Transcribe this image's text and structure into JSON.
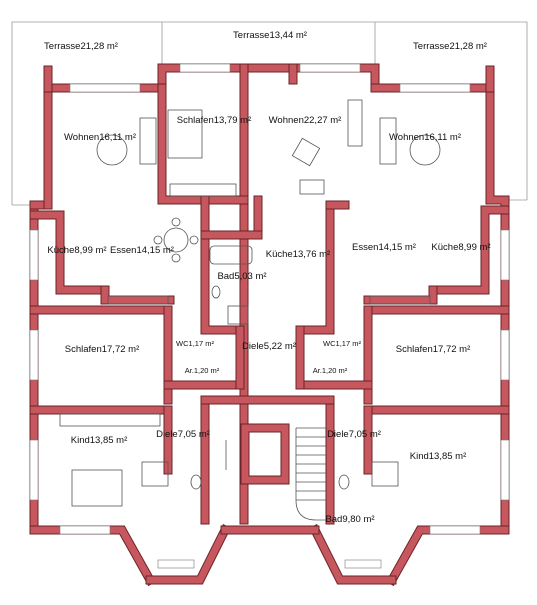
{
  "plan": {
    "colors": {
      "wall": "#c7575e",
      "wall_edge": "#6a2326",
      "terrace_line": "#9a9a9a",
      "furniture": "#555555",
      "room_fill": "#ffffff"
    },
    "rooms": [
      {
        "id": "terrasse-left",
        "name": "Terrasse",
        "area": "21,28 m²"
      },
      {
        "id": "terrasse-center",
        "name": "Terrasse",
        "area": "13,44 m²"
      },
      {
        "id": "terrasse-right",
        "name": "Terrasse",
        "area": "21,28 m²"
      },
      {
        "id": "wohnen-left",
        "name": "Wohnen",
        "area": "16,11 m²"
      },
      {
        "id": "schlafen-top",
        "name": "Schlafen",
        "area": "13,79 m²"
      },
      {
        "id": "wohnen-center",
        "name": "Wohnen",
        "area": "22,27 m²"
      },
      {
        "id": "wohnen-right",
        "name": "Wohnen",
        "area": "16,11 m²"
      },
      {
        "id": "kueche-left",
        "name": "Küche",
        "area": "8,99 m²"
      },
      {
        "id": "essen-left",
        "name": "Essen",
        "area": "14,15 m²"
      },
      {
        "id": "bad-center",
        "name": "Bad",
        "area": "5,03 m²"
      },
      {
        "id": "kueche-center",
        "name": "Küche",
        "area": "13,76 m²"
      },
      {
        "id": "essen-right",
        "name": "Essen",
        "area": "14,15 m²"
      },
      {
        "id": "kueche-right",
        "name": "Küche",
        "area": "8,99 m²"
      },
      {
        "id": "schlafen-left",
        "name": "Schlafen",
        "area": "17,72 m²"
      },
      {
        "id": "wc-left",
        "name": "WC",
        "area": "1,17 m²"
      },
      {
        "id": "diele-center",
        "name": "Diele",
        "area": "5,22 m²"
      },
      {
        "id": "wc-right",
        "name": "WC",
        "area": "1,17 m²"
      },
      {
        "id": "schlafen-right",
        "name": "Schlafen",
        "area": "17,72 m²"
      },
      {
        "id": "ar-left",
        "name": "Ar.",
        "area": "1,20 m²"
      },
      {
        "id": "ar-right",
        "name": "Ar.",
        "area": "1,20 m²"
      },
      {
        "id": "kind-left",
        "name": "Kind",
        "area": "13,85 m²"
      },
      {
        "id": "diele-left",
        "name": "Diele",
        "area": "7,05 m²"
      },
      {
        "id": "diele-right",
        "name": "Diele",
        "area": "7,05 m²"
      },
      {
        "id": "kind-right",
        "name": "Kind",
        "area": "13,85 m²"
      },
      {
        "id": "bad-bottom",
        "name": "Bad",
        "area": "9,80 m²"
      }
    ]
  }
}
